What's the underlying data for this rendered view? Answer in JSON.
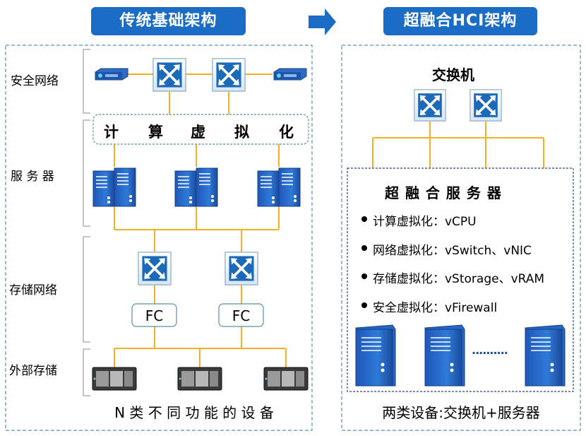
{
  "left_title": "传统基础架构",
  "right_title": "超融合HCI架构",
  "left": {
    "rows": [
      "安全网络",
      "服 务 器",
      "存储网络",
      "外部存储"
    ],
    "virtualization_chars": [
      "计",
      "算",
      "虚",
      "拟",
      "化"
    ],
    "fc_labels": [
      "FC",
      "FC"
    ],
    "caption": "N 类 不 同 功 能 的 设 备"
  },
  "right": {
    "switch_label": "交换机",
    "server_title": "超 融 合 服 务 器",
    "features": [
      "计算虚拟化：vCPU",
      "网络虚拟化：vSwitch、vNIC",
      "存储虚拟化：vStorage、vRAM",
      "安全虚拟化：vFirewall"
    ],
    "ellipsis": "··········",
    "caption": "两类设备:交换机+服务器"
  },
  "colors": {
    "accent": "#1a6cc4",
    "line": "#f2b124",
    "border": "#5a8fa8"
  }
}
